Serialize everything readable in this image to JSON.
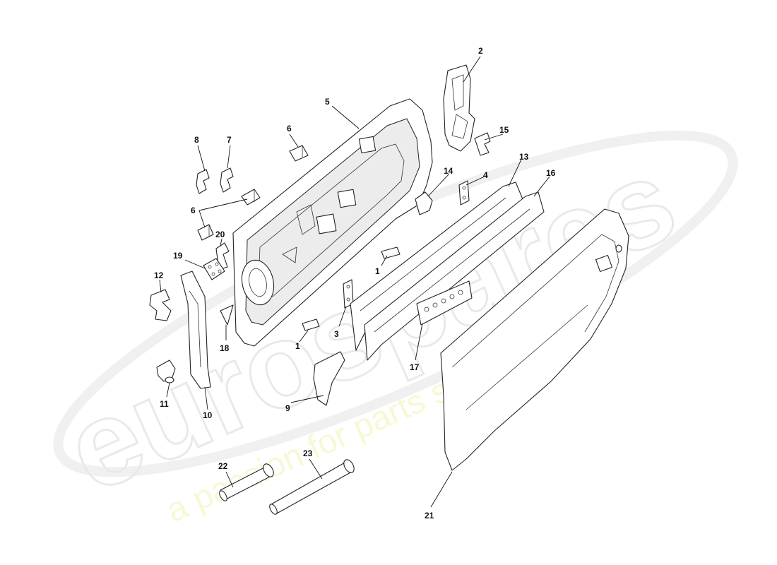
{
  "watermark": {
    "logo_text": "eurospares",
    "tagline": "a passion for parts since 1985",
    "tagline_color": "#f3f2b4"
  },
  "callouts": {
    "c1a": "1",
    "c1b": "1",
    "c2": "2",
    "c3": "3",
    "c4": "4",
    "c5": "5",
    "c6a": "6",
    "c6b": "6",
    "c7": "7",
    "c8": "8",
    "c9": "9",
    "c10": "10",
    "c11": "11",
    "c12": "12",
    "c13": "13",
    "c14": "14",
    "c15": "15",
    "c16": "16",
    "c17": "17",
    "c18": "18",
    "c19": "19",
    "c20": "20",
    "c21": "21",
    "c22": "22",
    "c23": "23"
  }
}
